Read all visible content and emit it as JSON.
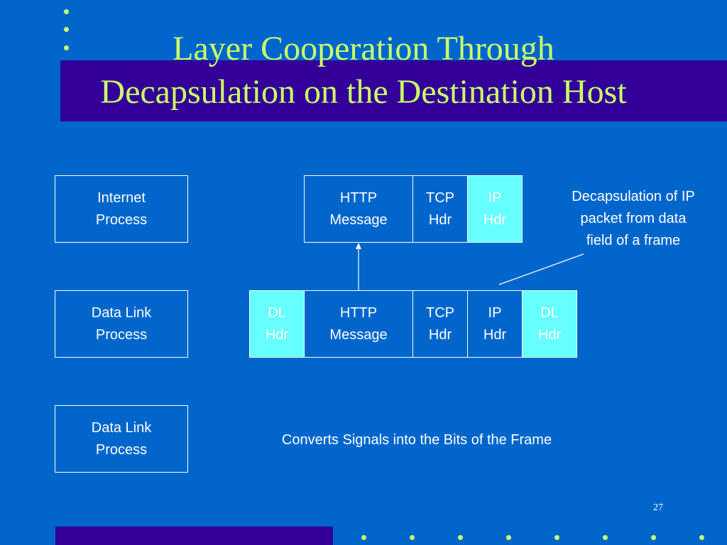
{
  "title": "Layer Cooperation Through Decapsulation on the Destination Host",
  "colors": {
    "background": "#0066cc",
    "band": "#330099",
    "title": "#ccff66",
    "highlight": "#66ffff",
    "text": "#ffffff"
  },
  "processes": [
    {
      "line1": "Internet",
      "line2": "Process"
    },
    {
      "line1": "Data Link",
      "line2": "Process"
    },
    {
      "line1": "Data Link",
      "line2": "Process"
    }
  ],
  "packet": {
    "http": {
      "line1": "HTTP",
      "line2": "Message"
    },
    "tcp": {
      "line1": "TCP",
      "line2": "Hdr"
    },
    "ip": {
      "line1": "IP",
      "line2": "Hdr"
    }
  },
  "frame": {
    "dl_front": {
      "line1": "DL",
      "line2": "Hdr"
    },
    "http": {
      "line1": "HTTP",
      "line2": "Message"
    },
    "tcp": {
      "line1": "TCP",
      "line2": "Hdr"
    },
    "ip": {
      "line1": "IP",
      "line2": "Hdr"
    },
    "dl_back": {
      "line1": "DL",
      "line2": "Hdr"
    }
  },
  "callout": {
    "line1": "Decapsulation of IP",
    "line2": "packet from data",
    "line3": "field of a frame"
  },
  "physical_note": "Converts Signals into the Bits of the Frame",
  "page_number": "27"
}
